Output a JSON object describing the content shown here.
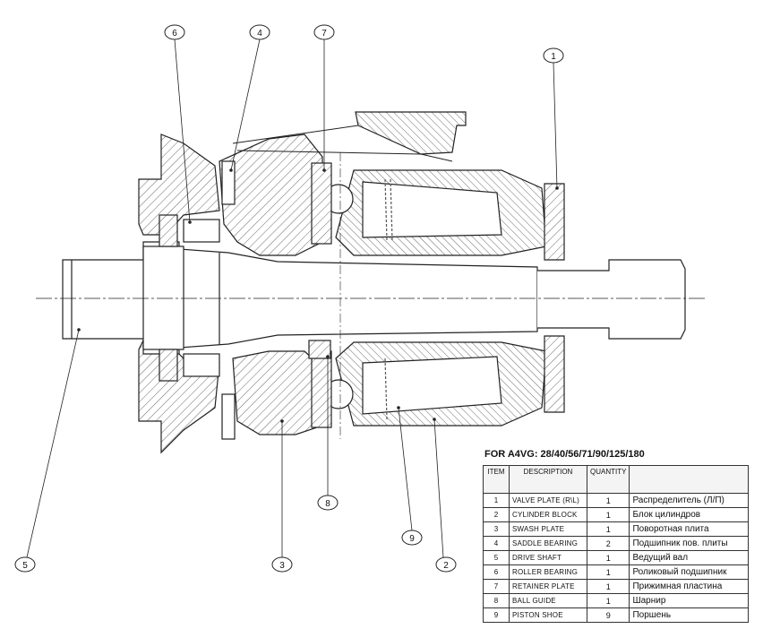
{
  "callouts": [
    {
      "num": "1",
      "name": "valve-plate"
    },
    {
      "num": "2",
      "name": "cylinder-block"
    },
    {
      "num": "3",
      "name": "swash-plate"
    },
    {
      "num": "4",
      "name": "saddle-bearing"
    },
    {
      "num": "5",
      "name": "drive-shaft"
    },
    {
      "num": "6",
      "name": "roller-bearing"
    },
    {
      "num": "7",
      "name": "retainer-plate"
    },
    {
      "num": "8",
      "name": "ball-guide"
    },
    {
      "num": "9",
      "name": "piston-shoe"
    }
  ],
  "table": {
    "title": "FOR A4VG: 28/40/56/71/90/125/180",
    "headers": {
      "item": "ITEM",
      "description": "DESCRIPTION",
      "quantity": "QUANTITY",
      "russian": ""
    },
    "rows": [
      {
        "item": "1",
        "description": "VALVE PLATE (R\\L)",
        "quantity": "1",
        "russian": "Распределитель (Л/П)"
      },
      {
        "item": "2",
        "description": "CYLINDER BLOCK",
        "quantity": "1",
        "russian": "Блок цилиндров"
      },
      {
        "item": "3",
        "description": "SWASH PLATE",
        "quantity": "1",
        "russian": "Поворотная плита"
      },
      {
        "item": "4",
        "description": "SADDLE BEARING",
        "quantity": "2",
        "russian": "Подшипник пов. плиты"
      },
      {
        "item": "5",
        "description": "DRIVE SHAFT",
        "quantity": "1",
        "russian": "Ведущий вал"
      },
      {
        "item": "6",
        "description": "ROLLER BEARING",
        "quantity": "1",
        "russian": "Роликовый подшипник"
      },
      {
        "item": "7",
        "description": "RETAINER PLATE",
        "quantity": "1",
        "russian": "Прижимная пластина"
      },
      {
        "item": "8",
        "description": "BALL GUIDE",
        "quantity": "1",
        "russian": "Шарнир"
      },
      {
        "item": "9",
        "description": "PISTON SHOE",
        "quantity": "9",
        "russian": "Поршень"
      }
    ]
  }
}
